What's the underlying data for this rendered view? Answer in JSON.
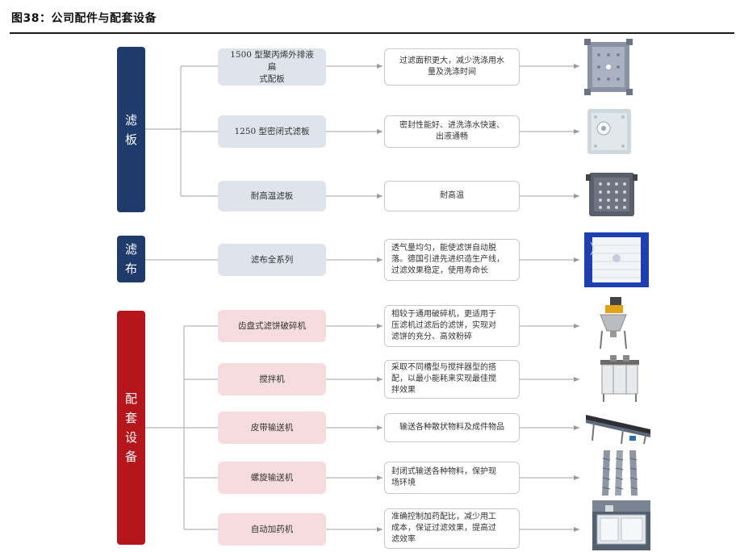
{
  "figure_title": "图38：公司配件与配套设备",
  "categories": [
    {
      "label": "滤\n板",
      "items": [
        {
          "product": "1500 型聚丙烯外排液扁\n式配板",
          "desc": "过滤面积更大，减少洗涤用水\n量及洗涤时间",
          "image": "plate-grid-icon"
        },
        {
          "product": "1250 型密闭式滤板",
          "desc": "密封性能好、进洗涤水快速、\n出液通畅",
          "image": "plate-round-icon"
        },
        {
          "product": "耐高温滤板",
          "desc": "耐高温",
          "image": "plate-heat-icon"
        }
      ]
    },
    {
      "label": "滤\n布",
      "items": [
        {
          "product": "滤布全系列",
          "desc": "透气量均匀，能使滤饼自动脱\n落。德国引进先进织造生产线，\n过滤效果稳定，使用寿命长",
          "image": "filter-cloth-icon"
        }
      ]
    },
    {
      "label": "配\n套\n设\n备",
      "items": [
        {
          "product": "齿盘式滤饼破碎机",
          "desc": "相较于通用破碎机，更适用于\n压滤机过滤后的滤饼，实现对\n滤饼的充分、高效粉碎",
          "image": "crusher-icon"
        },
        {
          "product": "搅拌机",
          "desc": "采取不同槽型与搅拌器型的搭\n配，以最小能耗来实现最佳搅\n拌效果",
          "image": "mixer-icon"
        },
        {
          "product": "皮带输送机",
          "desc": "输送各种散状物料及成件物品",
          "image": "belt-conveyor-icon"
        },
        {
          "product": "螺旋输送机",
          "desc": "封闭式输送各种物料，保护现\n场环境",
          "image": "screw-conveyor-icon"
        },
        {
          "product": "自动加药机",
          "desc": "准确控制加药配比，减少用工\n成本，保证过滤效果，提高过\n滤效率",
          "image": "dosing-machine-icon"
        }
      ]
    }
  ],
  "colors": {
    "navy": "#1f3b6b",
    "red": "#b5161c",
    "product_bg": "#dfe3ec",
    "product_bg_red": "#f6dcdc",
    "line": "#b0b0b0"
  }
}
